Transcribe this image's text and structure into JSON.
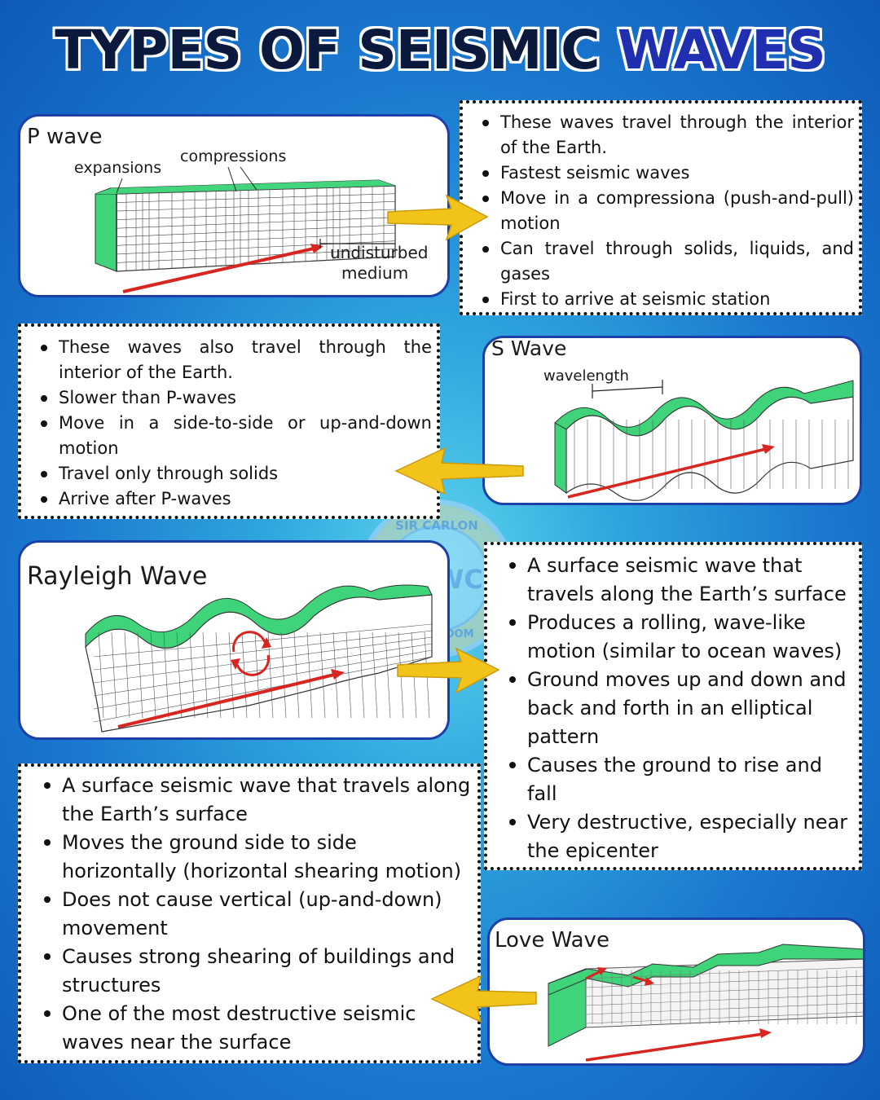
{
  "title": {
    "part1": "TYPES OF SEISMIC",
    "part2": "WAVES"
  },
  "p_wave": {
    "label": "P wave",
    "annotations": {
      "expansions": "expansions",
      "compressions": "compressions",
      "undisturbed_1": "undisturbed",
      "undisturbed_2": "medium"
    },
    "points": [
      "These waves travel through the interior of the Earth.",
      "Fastest seismic waves",
      "Move in a compressiona (push-and-pull) motion",
      "Can travel through solids, liquids, and gases",
      "First to arrive at seismic station"
    ]
  },
  "s_wave": {
    "label": "S Wave",
    "annotations": {
      "wavelength": "wavelength"
    },
    "points": [
      "These waves also travel through the interior of the Earth.",
      "Slower than P-waves",
      "Move in a side-to-side or up-and-down motion",
      "Travel only through solids",
      "Arrive after P-waves"
    ]
  },
  "rayleigh_wave": {
    "label": "Rayleigh Wave",
    "points": [
      "A surface seismic wave that travels along the Earth’s surface",
      "Produces a rolling, wave-like motion (similar to ocean waves)",
      "Ground moves up and down and back and forth in an elliptical pattern",
      "Causes the ground to rise and fall",
      "Very destructive, especially near the epicenter"
    ]
  },
  "love_wave": {
    "label": "Love Wave",
    "points": [
      "A surface seismic wave that travels along the Earth’s surface",
      "Moves the ground side to side horizontally (horizontal shearing motion)",
      "Does not cause vertical (up-and-down) movement",
      "Causes strong shearing of buildings and structures",
      "One of the most destructive seismic waves near the surface"
    ]
  },
  "watermark": {
    "top_text": "SIR CARLON",
    "center_text": "SMWC",
    "bottom_text": "CLASSROOM"
  },
  "colors": {
    "green": "#3fd47a",
    "arrow_yellow": "#f2c41a",
    "red_arrow": "#d8251f",
    "border_blue": "#1d3fa8"
  }
}
